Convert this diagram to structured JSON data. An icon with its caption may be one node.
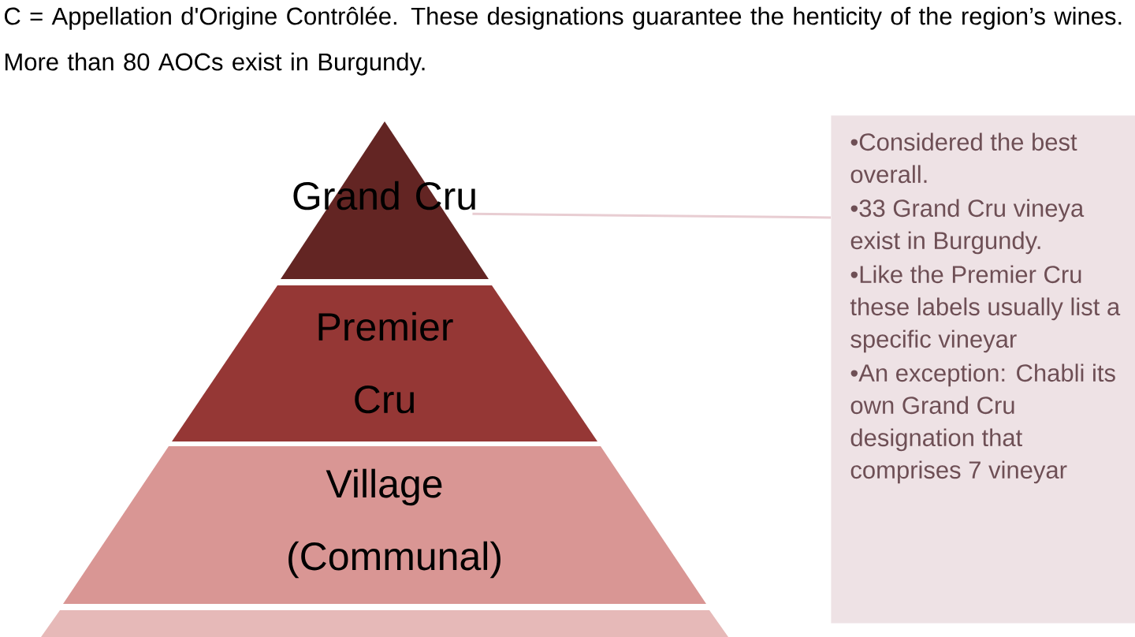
{
  "diagram": {
    "nodes": [
      {
        "text": [
          "Grand Cru"
        ]
      },
      {
        "text": [
          "Premier Cru"
        ]
      },
      {
        "text": [
          "Village (Communal)"
        ]
      },
      {
        "text": [],
        "shape": "box"
      },
      {
        "text": [
          "•Considered the best overall.",
          "•33 Grand Cru vineya exist in Burgundy.",
          "•Like the Premier Cru these labels usually list a specific vineyar",
          "•An exception: Chabli its own Grand Cru designation that comprises 7 vineyar"
        ]
      }
    ],
    "edges": [
      {
        "from": 0,
        "to": 4,
        "arrow": "none",
        "color": "#e8cdd2"
      }
    ],
    "labels": [
      "C = Appellation d'Origine Contrôlée. These designations guarantee the henticity of the region’s wines. More than 80 AOCs exist in Burgundy."
    ]
  }
}
